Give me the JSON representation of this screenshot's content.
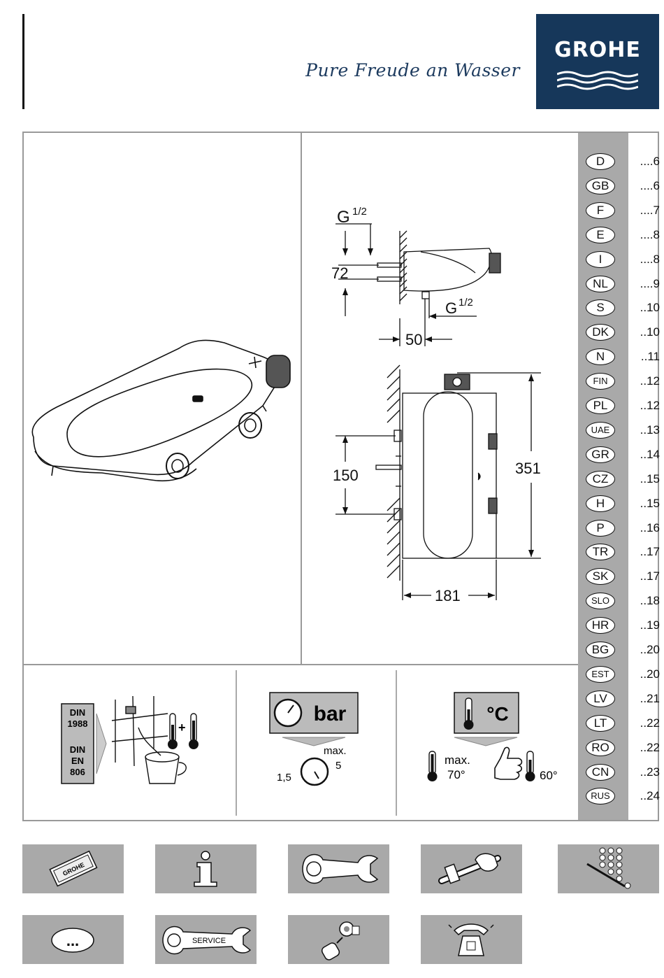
{
  "header": {
    "slogan": "Pure Freude an Wasser",
    "logo_text": "GROHE"
  },
  "dimensions": {
    "g_half_top": "G",
    "g_half_fraction": "1/2",
    "g_half_side": "G",
    "d72": "72",
    "d50": "50",
    "d150": "150",
    "d351": "351",
    "d181": "181"
  },
  "languages": [
    {
      "code": "D",
      "page": "....6"
    },
    {
      "code": "GB",
      "page": "....6"
    },
    {
      "code": "F",
      "page": "....7"
    },
    {
      "code": "E",
      "page": "....8"
    },
    {
      "code": "I",
      "page": "....8"
    },
    {
      "code": "NL",
      "page": "....9"
    },
    {
      "code": "S",
      "page": "..10"
    },
    {
      "code": "DK",
      "page": "..10"
    },
    {
      "code": "N",
      "page": "..11"
    },
    {
      "code": "FIN",
      "page": "..12"
    },
    {
      "code": "PL",
      "page": "..12"
    },
    {
      "code": "UAE",
      "page": "..13"
    },
    {
      "code": "GR",
      "page": "..14"
    },
    {
      "code": "CZ",
      "page": "..15"
    },
    {
      "code": "H",
      "page": "..15"
    },
    {
      "code": "P",
      "page": "..16"
    },
    {
      "code": "TR",
      "page": "..17"
    },
    {
      "code": "SK",
      "page": "..17"
    },
    {
      "code": "SLO",
      "page": "..18"
    },
    {
      "code": "HR",
      "page": "..19"
    },
    {
      "code": "BG",
      "page": "..20"
    },
    {
      "code": "EST",
      "page": "..20"
    },
    {
      "code": "LV",
      "page": "..21"
    },
    {
      "code": "LT",
      "page": "..22"
    },
    {
      "code": "RO",
      "page": "..22"
    },
    {
      "code": "CN",
      "page": "..23"
    },
    {
      "code": "RUS",
      "page": "..24"
    }
  ],
  "flush": {
    "din1": "DIN",
    "din1_num": "1988",
    "din2": "DIN",
    "din2_en": "EN",
    "din2_num": "806"
  },
  "pressure": {
    "unit": "bar",
    "max_label": "max.",
    "max_value": "5",
    "min_value": "1,5"
  },
  "temperature": {
    "unit": "°C",
    "max_label": "max.",
    "max_value": "70°",
    "recommended": "60°"
  },
  "bottom_buttons": {
    "service_label": "SERVICE",
    "more_label": "..."
  }
}
